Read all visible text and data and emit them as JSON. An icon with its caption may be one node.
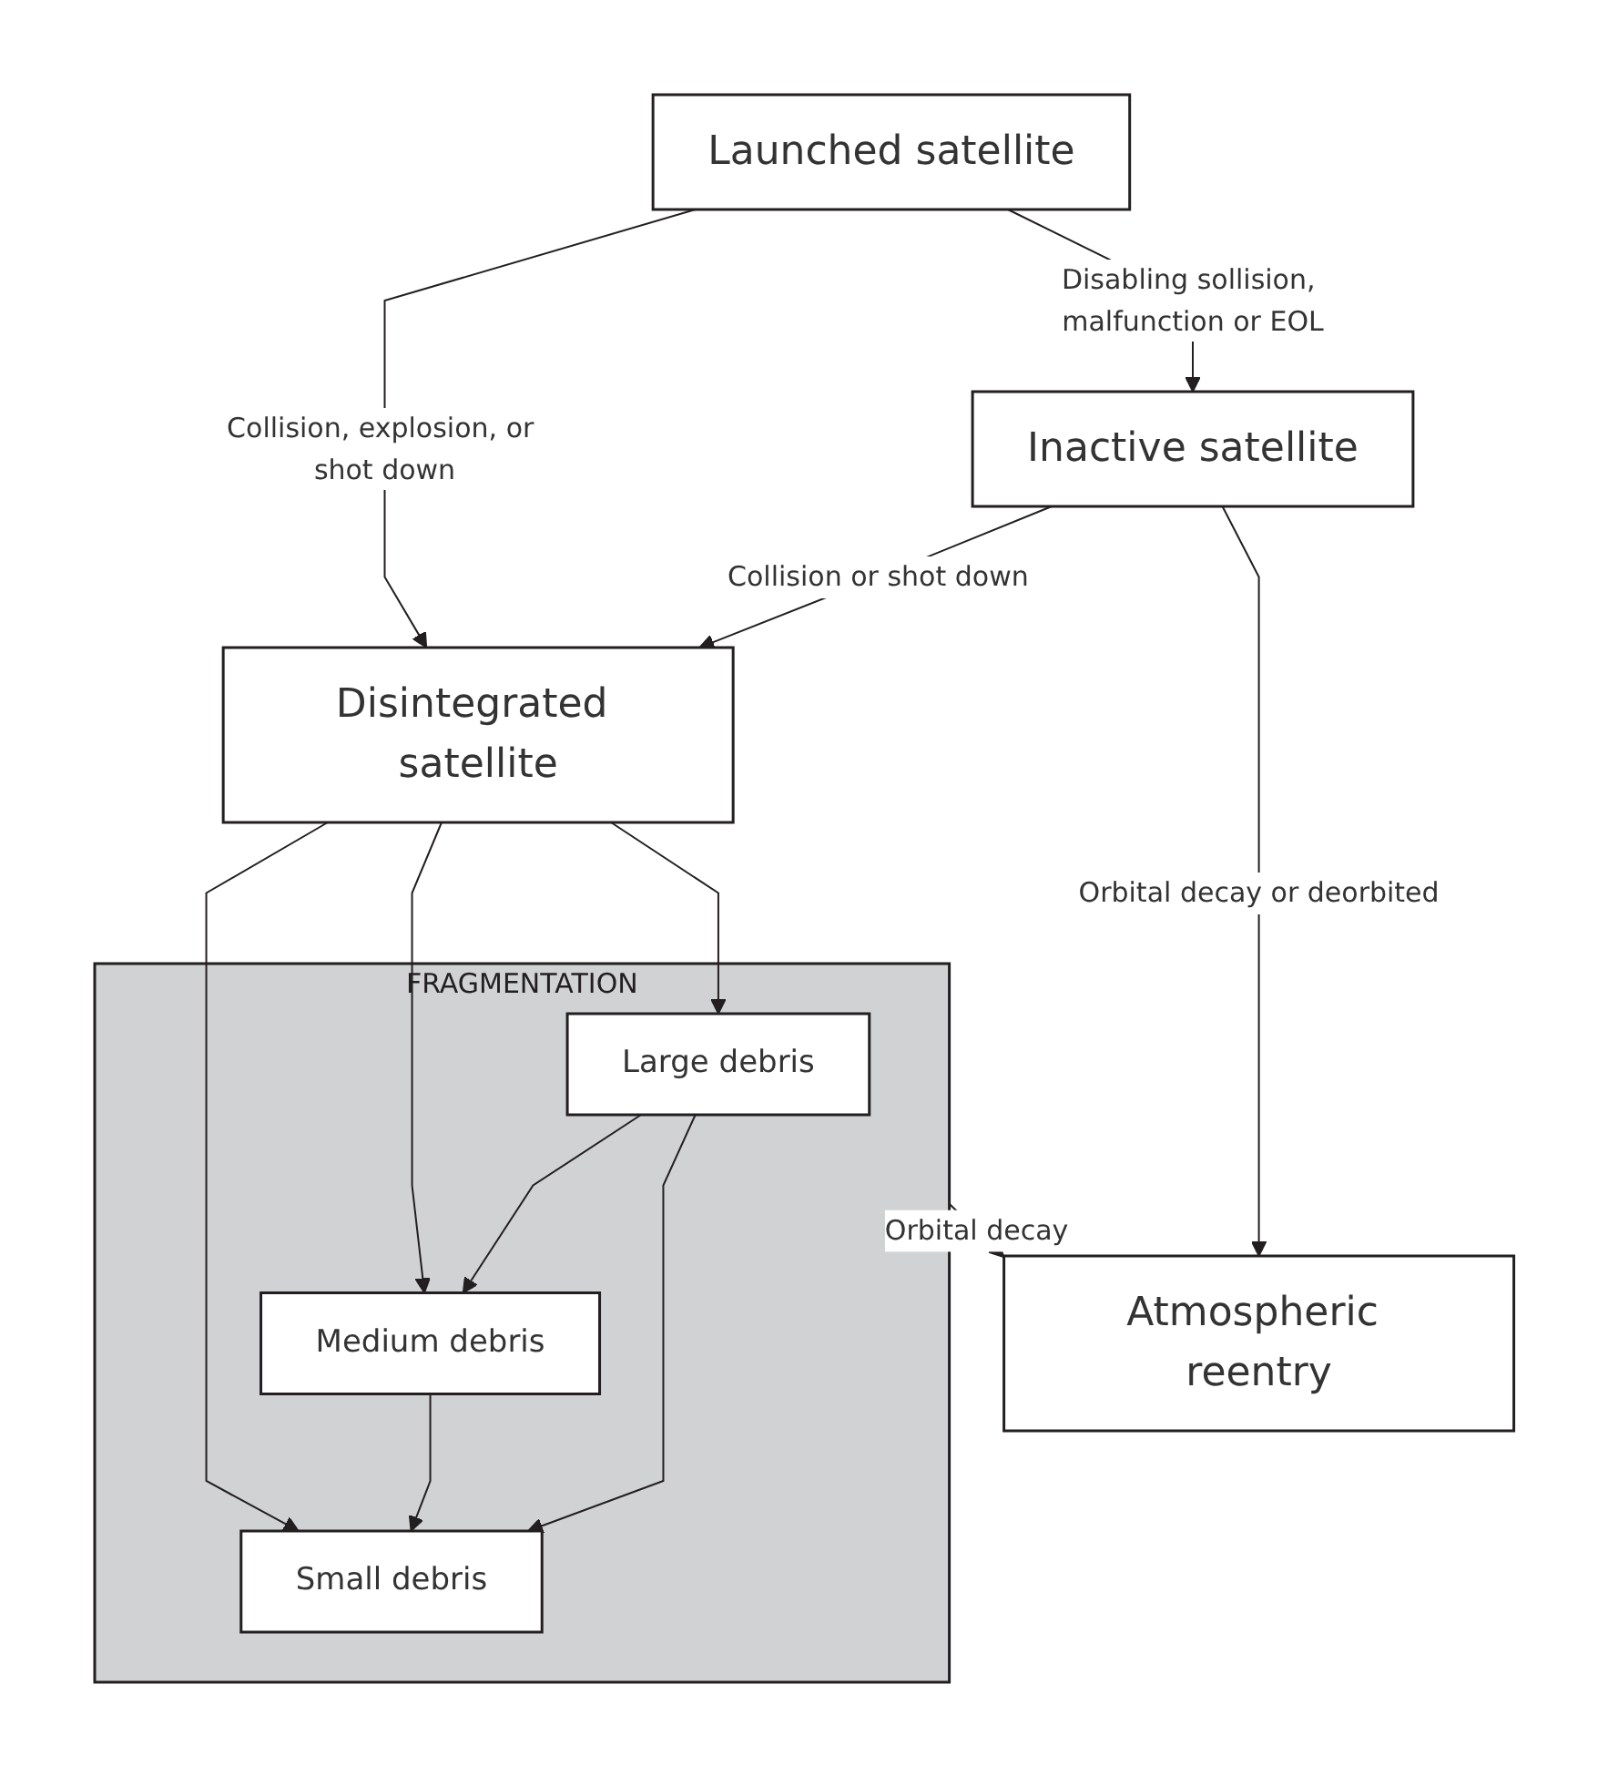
{
  "diagram": {
    "nodes": [
      {
        "text": [
          "Launched satellite"
        ]
      },
      {
        "text": [
          "Inactive satellite"
        ]
      },
      {
        "text": [
          "Disintegrated satellite"
        ]
      },
      {
        "text": [
          "FRAGMENTATION"
        ]
      },
      {
        "text": [
          "Large debris"
        ],
        "in": 3
      },
      {
        "text": [
          "Medium debris"
        ],
        "in": 3
      },
      {
        "text": [
          "Small debris"
        ],
        "in": 3
      },
      {
        "text": [
          "Atmospheric reentry"
        ]
      }
    ],
    "edges": [
      {
        "from": 0,
        "to": 1,
        "arrow": "to",
        "label": "Disabling sollision, malfunction or EOL"
      },
      {
        "from": 0,
        "to": 2,
        "arrow": "to",
        "label": "Collision, explosion, or shot down"
      },
      {
        "from": 1,
        "to": 7,
        "arrow": "to",
        "label": "Orbital decay or deorbited"
      },
      {
        "from": 1,
        "to": 2,
        "arrow": "to",
        "label": "Collision or shot down"
      },
      {
        "from": 2,
        "to": 4,
        "arrow": "to"
      },
      {
        "from": 2,
        "to": 5,
        "arrow": "to"
      },
      {
        "from": 2,
        "to": 6,
        "arrow": "to"
      },
      {
        "from": 4,
        "to": 5,
        "arrow": "to"
      },
      {
        "from": 5,
        "to": 6,
        "arrow": "to"
      },
      {
        "from": 4,
        "to": 6,
        "arrow": "to"
      },
      {
        "from": 3,
        "to": 7,
        "arrow": "to",
        "label": "Orbital decay"
      }
    ]
  }
}
